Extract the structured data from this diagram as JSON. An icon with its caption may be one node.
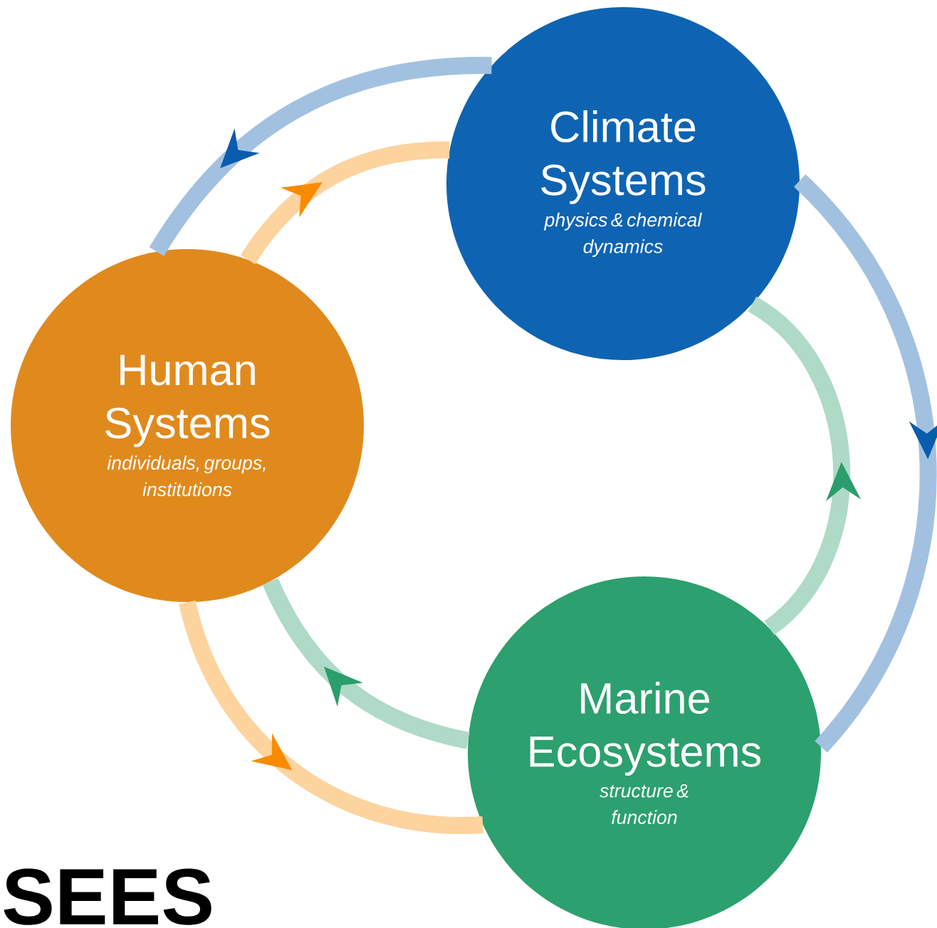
{
  "diagram": {
    "nodes": [
      {
        "text": [
          "Climate Systems",
          "physics & chemical dynamics"
        ]
      },
      {
        "text": [
          "Human Systems",
          "individuals, groups, institutions"
        ]
      },
      {
        "text": [
          "Marine Ecosystems",
          "structure & function"
        ]
      }
    ],
    "edges": [
      {
        "from": 0,
        "to": 1,
        "arrow": "to",
        "color": "#a2c1e0"
      },
      {
        "from": 1,
        "to": 0,
        "arrow": "to",
        "color": "#fdd39e"
      },
      {
        "from": 0,
        "to": 2,
        "arrow": "to",
        "color": "#a2c1e0"
      },
      {
        "from": 2,
        "to": 0,
        "arrow": "to",
        "color": "#aedac7"
      },
      {
        "from": 2,
        "to": 1,
        "arrow": "to",
        "color": "#aedac7"
      },
      {
        "from": 1,
        "to": 2,
        "arrow": "to",
        "color": "#fdd39e"
      }
    ],
    "labels": [
      "SEES"
    ]
  }
}
